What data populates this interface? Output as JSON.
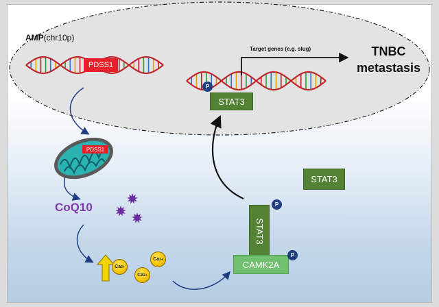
{
  "diagram": {
    "amp_label": {
      "bold": "AMP",
      "rest": "(chr10p)"
    },
    "pdss1_dna_label": "PDSS1",
    "pdss1_mito_label": "PDSS1",
    "coq10_label": "CoQ10",
    "target_genes_label": "Target genes (e.g. slug)",
    "tnbc_label_line1": "TNBC",
    "tnbc_label_line2": "metastasis",
    "stat3_nuclear_label": "STAT3",
    "stat3_free_label": "STAT3",
    "stat3_bound_label": "STAT3",
    "camk2a_label": "CAMK2A",
    "phospho_label": "P",
    "calcium_label": "Ca",
    "calcium_charge": "2+",
    "colors": {
      "stat3": "#548235",
      "camk2a": "#70c070",
      "pdss1": "#e8202a",
      "coq10": "#7b3aa8",
      "calcium": "#f5c400",
      "phospho": "#1f3f82",
      "arrow_up": "#f2d400"
    }
  }
}
